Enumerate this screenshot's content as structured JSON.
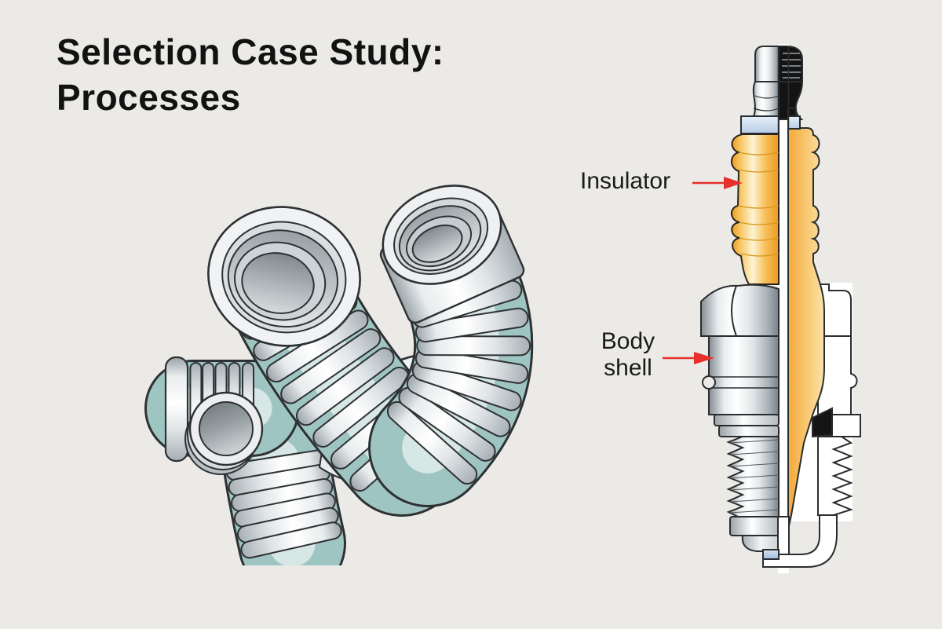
{
  "title": {
    "line1": "Selection Case Study:",
    "line2": "Processes"
  },
  "spark_plug_labels": {
    "insulator": "Insulator",
    "body_shell_line1": "Body",
    "body_shell_line2": "shell"
  },
  "colors": {
    "background": "#ebeae7",
    "title_text": "#121212",
    "label_text": "#1a1a1a",
    "arrow_red": "#e7302c",
    "outline": "#2e3133",
    "metal_light": "#ffffff",
    "metal_dark": "#98a1a6",
    "pipe_teal": "#8fb9b6",
    "insulator_orange": "#f2a230",
    "insulator_highlight": "#fdf3d4",
    "insulator_section_orange": "#f6b94f",
    "terminal_black": "#141414",
    "electrode_blue": "#bcd2e8"
  }
}
